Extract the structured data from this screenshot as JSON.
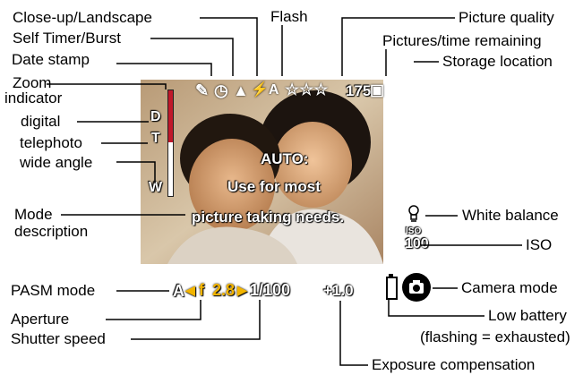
{
  "labels": {
    "close_up_landscape": "Close-up/Landscape",
    "flash": "Flash",
    "picture_quality": "Picture quality",
    "self_timer_burst": "Self Timer/Burst",
    "pictures_time_remaining": "Pictures/time remaining",
    "date_stamp": "Date stamp",
    "storage_location": "Storage location",
    "zoom": "Zoom",
    "indicator": "indicator",
    "digital": "digital",
    "telephoto": "telephoto",
    "wide_angle": "wide angle",
    "mode": "Mode",
    "description": "description",
    "white_balance": "White balance",
    "iso": "ISO",
    "pasm_mode": "PASM mode",
    "camera_mode": "Camera mode",
    "aperture": "Aperture",
    "low_battery": "Low battery",
    "flashing_note": "(flashing = exhausted)",
    "shutter_speed": "Shutter speed",
    "exposure_compensation": "Exposure compensation"
  },
  "screen": {
    "pictures_remaining": "175",
    "zoom_d": "D",
    "zoom_t": "T",
    "zoom_w": "W",
    "mode_title": "AUTO:",
    "mode_line1": "Use for most",
    "mode_line2": "picture taking needs.",
    "iso_top": "ISO",
    "iso_value": "100",
    "pasm": "A",
    "aperture_f": "f",
    "aperture_value": "2.8",
    "shutter": "1/100",
    "exposure": "+1.0",
    "flash_glyph": "⚡A",
    "quality_glyph": "☆☆☆",
    "date_glyph": "✎",
    "timer_glyph": "◷",
    "closeup_glyph": "▲",
    "storage_glyph": "▣"
  },
  "colors": {
    "aperture": "#f2b400",
    "zoom_digital": "#c0182a"
  }
}
